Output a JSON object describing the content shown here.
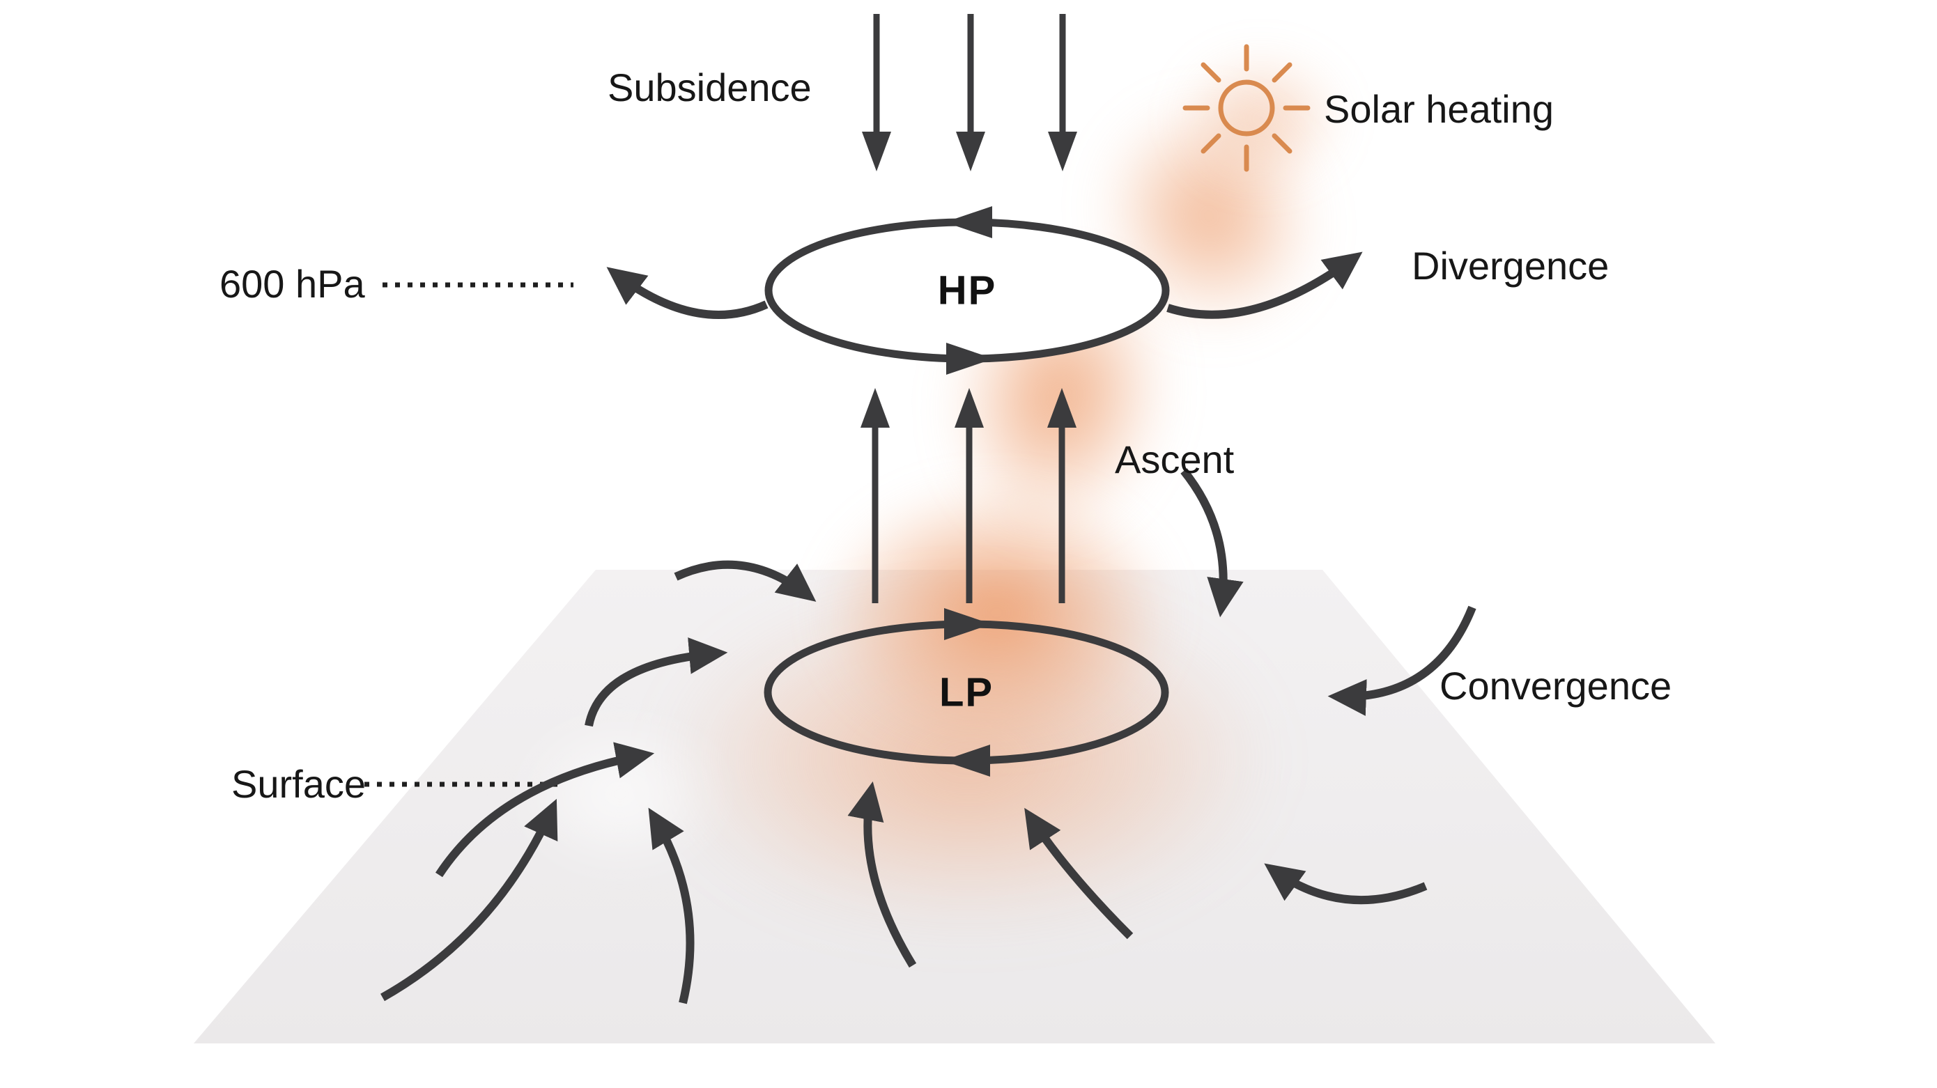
{
  "diagram": {
    "title_context": "Thermal low formation diagram",
    "labels": {
      "subsidence": "Subsidence",
      "solar_heating": "Solar heating",
      "level_600hpa": "600 hPa",
      "divergence": "Divergence",
      "ascent": "Ascent",
      "convergence": "Convergence",
      "surface": "Surface",
      "high_pressure": "HP",
      "low_pressure": "LP"
    },
    "icons": {
      "sun": "sun-icon"
    },
    "colors": {
      "background": "#ffffff",
      "arrow": "#3b3b3d",
      "text": "#171717",
      "sun": "#d98a4f",
      "plume_peak": "#efa379",
      "surface_plane_top": "#f4f2f3",
      "surface_plane_bottom": "#ebe9ea"
    }
  }
}
